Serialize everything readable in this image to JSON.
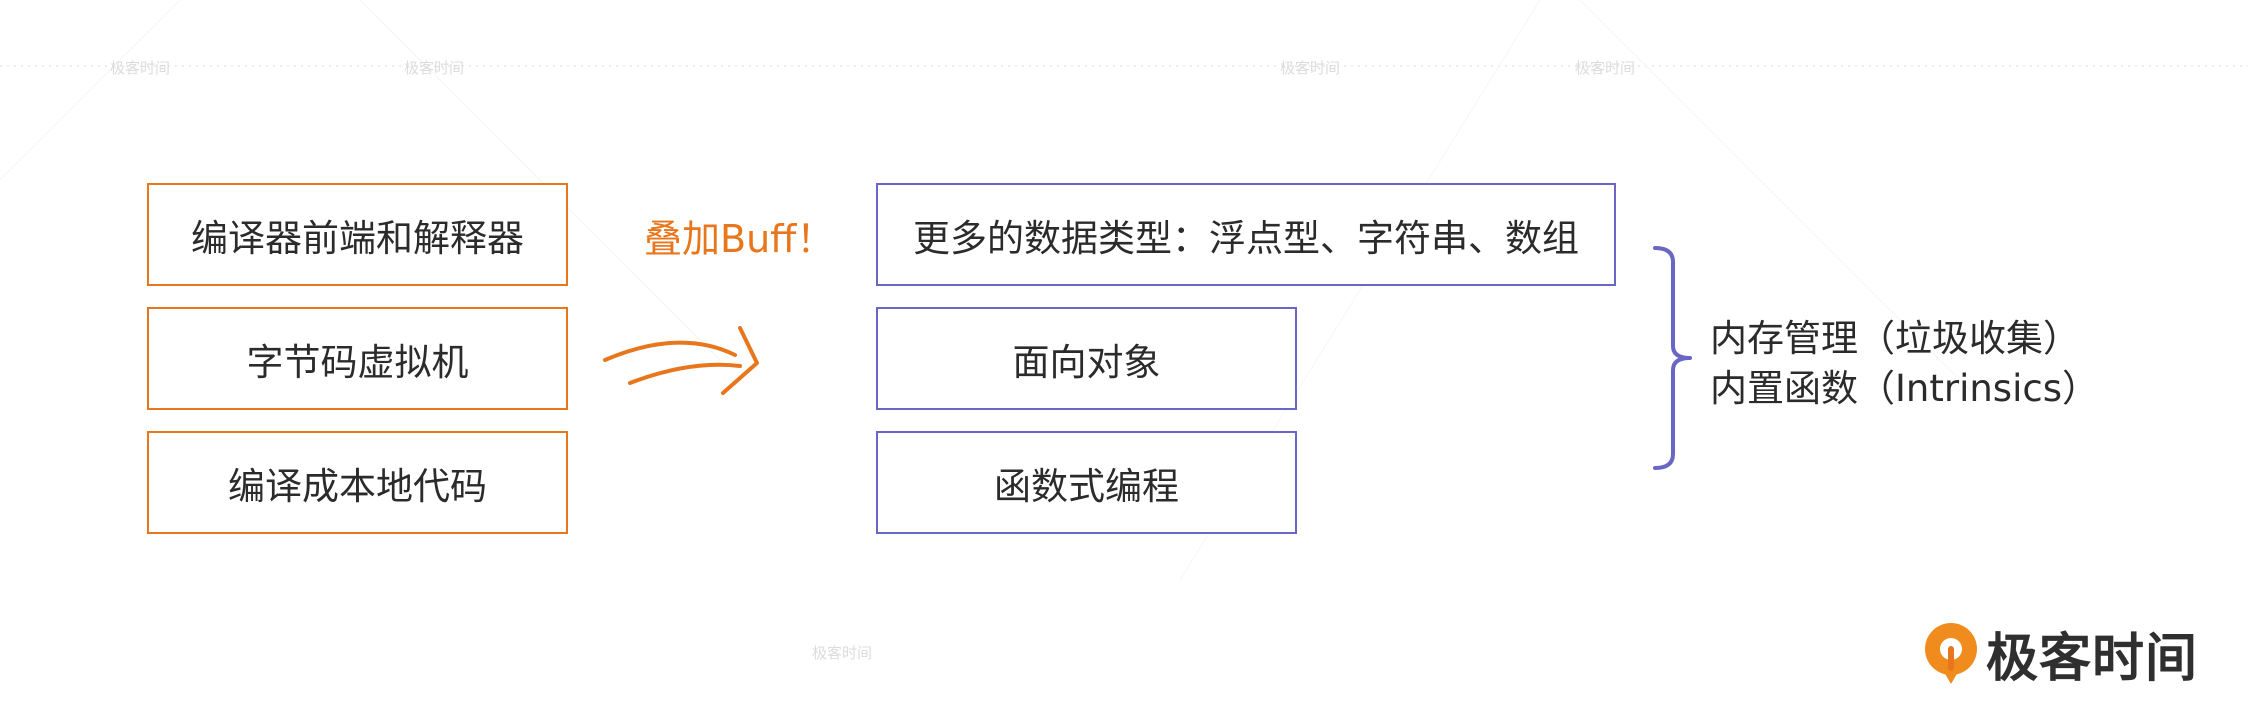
{
  "left_boxes": [
    "编译器前端和解释器",
    "字节码虚拟机",
    "编译成本地代码"
  ],
  "buff_label": "叠加Buff！",
  "right_boxes": [
    "更多的数据类型：浮点型、字符串、数组",
    "面向对象",
    "函数式编程"
  ],
  "bracket_lines": [
    "内存管理（垃圾收集）",
    "内置函数（Intrinsics）"
  ],
  "logo": {
    "text": "极客时间",
    "icon": "geektime-logo-icon"
  },
  "watermark": "极客时间",
  "colors": {
    "orange": "#e8761c",
    "purple": "#6a66c4",
    "text": "#2b2b2b"
  }
}
